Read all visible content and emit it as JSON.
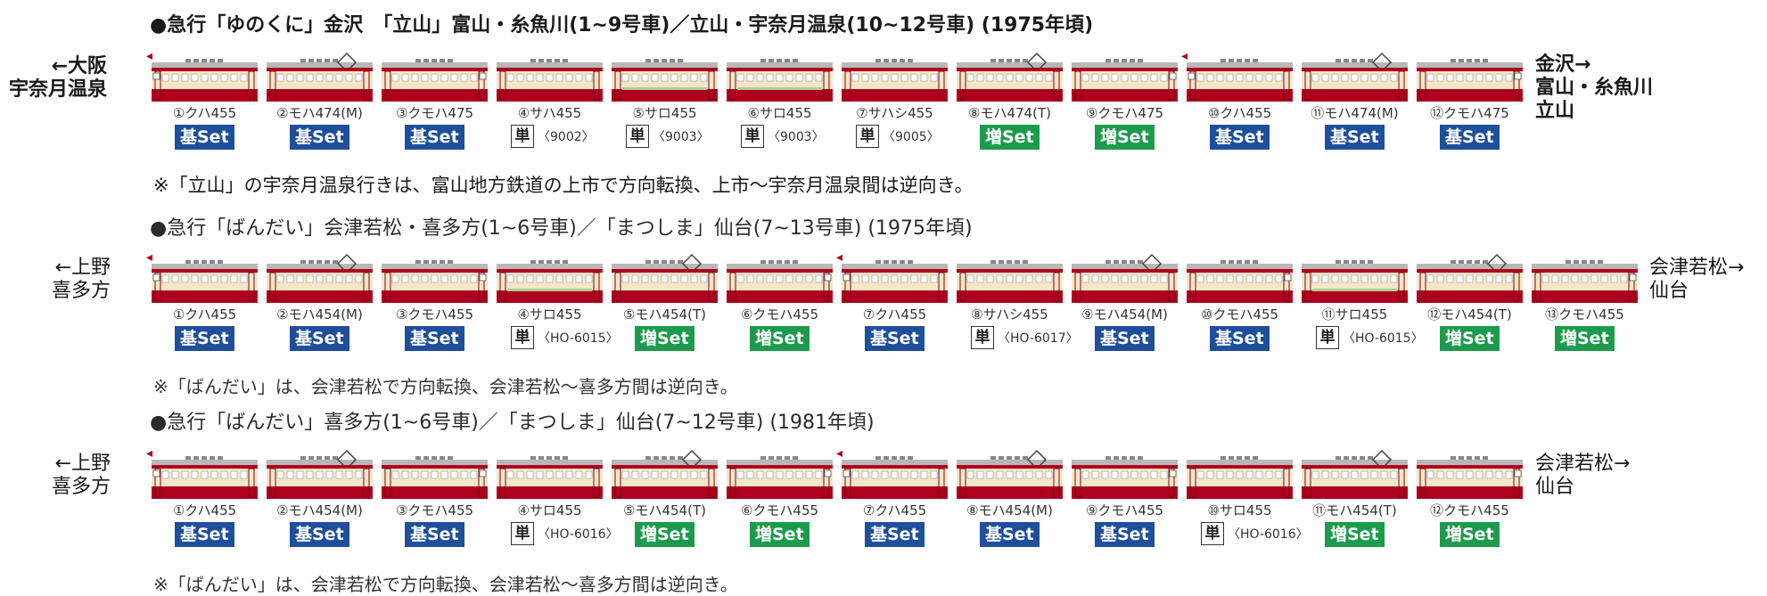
{
  "colors": {
    "cream": "#f4e7c8",
    "red": "#b0001f",
    "roof": "#b8b8b8",
    "base_set": "#1f4f9b",
    "add_set": "#1d9b4c",
    "green_stripe": "#a9d18e"
  },
  "sections": [
    {
      "title": "●急行「ゆのくに」金沢　「立山」富山・糸魚川(1~9号車)／立山・宇奈月温泉(10~12号車) (1975年頃)",
      "left_label": [
        "←大阪",
        "宇奈月温泉"
      ],
      "right_label": [
        "金沢→",
        "富山・糸魚川",
        "立山"
      ],
      "note": "※「立山」の宇奈月温泉行きは、富山地方鉄道の上市で方向転換、上市～宇奈月温泉間は逆向き。",
      "cars": [
        {
          "label": "①クハ455",
          "set": "基Set",
          "kind": "base",
          "cab": "left",
          "pant": false,
          "green": false
        },
        {
          "label": "②モハ474(M)",
          "set": "基Set",
          "kind": "base",
          "cab": "none",
          "pant": true,
          "green": false
        },
        {
          "label": "③クモハ475",
          "set": "基Set",
          "kind": "base",
          "cab": "right",
          "pant": false,
          "green": false
        },
        {
          "label": "④サハ455",
          "set": "単",
          "code": "〈9002〉",
          "kind": "single",
          "cab": "none",
          "pant": false,
          "green": false
        },
        {
          "label": "⑤サロ455",
          "set": "単",
          "code": "〈9003〉",
          "kind": "single",
          "cab": "none",
          "pant": false,
          "green": true
        },
        {
          "label": "⑥サロ455",
          "set": "単",
          "code": "〈9003〉",
          "kind": "single",
          "cab": "none",
          "pant": false,
          "green": true
        },
        {
          "label": "⑦サハシ455",
          "set": "単",
          "code": "〈9005〉",
          "kind": "single",
          "cab": "none",
          "pant": false,
          "green": false
        },
        {
          "label": "⑧モハ474(T)",
          "set": "増Set",
          "kind": "add",
          "cab": "none",
          "pant": true,
          "green": false
        },
        {
          "label": "⑨クモハ475",
          "set": "増Set",
          "kind": "add",
          "cab": "right",
          "pant": false,
          "green": false
        },
        {
          "label": "⑩クハ455",
          "set": "基Set",
          "kind": "base",
          "cab": "left",
          "pant": false,
          "green": false
        },
        {
          "label": "⑪モハ474(M)",
          "set": "基Set",
          "kind": "base",
          "cab": "none",
          "pant": true,
          "green": false
        },
        {
          "label": "⑫クモハ475",
          "set": "基Set",
          "kind": "base",
          "cab": "right",
          "pant": false,
          "green": false
        }
      ]
    },
    {
      "title": "●急行「ばんだい」会津若松・喜多方(1~6号車)／「まつしま」仙台(7~13号車) (1975年頃)",
      "left_label": [
        "←上野",
        "喜多方"
      ],
      "right_label": [
        "会津若松→",
        "仙台"
      ],
      "note": "※「ばんだい」は、会津若松で方向転換、会津若松～喜多方間は逆向き。",
      "cars": [
        {
          "label": "①クハ455",
          "set": "基Set",
          "kind": "base",
          "cab": "left",
          "pant": false,
          "green": false
        },
        {
          "label": "②モハ454(M)",
          "set": "基Set",
          "kind": "base",
          "cab": "none",
          "pant": true,
          "green": false
        },
        {
          "label": "③クモハ455",
          "set": "基Set",
          "kind": "base",
          "cab": "right",
          "pant": false,
          "green": false
        },
        {
          "label": "④サロ455",
          "set": "単",
          "code": "〈HO-6015〉",
          "kind": "single",
          "cab": "none",
          "pant": false,
          "green": true
        },
        {
          "label": "⑤モハ454(T)",
          "set": "増Set",
          "kind": "add",
          "cab": "none",
          "pant": true,
          "green": false
        },
        {
          "label": "⑥クモハ455",
          "set": "増Set",
          "kind": "add",
          "cab": "right",
          "pant": false,
          "green": false
        },
        {
          "label": "⑦クハ455",
          "set": "基Set",
          "kind": "base",
          "cab": "left",
          "pant": false,
          "green": false
        },
        {
          "label": "⑧サハシ455",
          "set": "単",
          "code": "〈HO-6017〉",
          "kind": "single",
          "cab": "none",
          "pant": false,
          "green": false
        },
        {
          "label": "⑨モハ454(M)",
          "set": "基Set",
          "kind": "base",
          "cab": "none",
          "pant": true,
          "green": false
        },
        {
          "label": "⑩クモハ455",
          "set": "基Set",
          "kind": "base",
          "cab": "right",
          "pant": false,
          "green": false
        },
        {
          "label": "⑪サロ455",
          "set": "単",
          "code": "〈HO-6015〉",
          "kind": "single",
          "cab": "none",
          "pant": false,
          "green": true
        },
        {
          "label": "⑫モハ454(T)",
          "set": "増Set",
          "kind": "add",
          "cab": "none",
          "pant": true,
          "green": false
        },
        {
          "label": "⑬クモハ455",
          "set": "増Set",
          "kind": "add",
          "cab": "right",
          "pant": false,
          "green": false
        }
      ]
    },
    {
      "title": "●急行「ばんだい」喜多方(1~6号車)／「まつしま」仙台(7~12号車) (1981年頃)",
      "left_label": [
        "←上野",
        "喜多方"
      ],
      "right_label": [
        "会津若松→",
        "仙台"
      ],
      "note": "※「ばんだい」は、会津若松で方向転換、会津若松～喜多方間は逆向き。",
      "cars": [
        {
          "label": "①クハ455",
          "set": "基Set",
          "kind": "base",
          "cab": "left",
          "pant": false,
          "green": false
        },
        {
          "label": "②モハ454(M)",
          "set": "基Set",
          "kind": "base",
          "cab": "none",
          "pant": true,
          "green": false
        },
        {
          "label": "③クモハ455",
          "set": "基Set",
          "kind": "base",
          "cab": "right",
          "pant": false,
          "green": false
        },
        {
          "label": "④サロ455",
          "set": "単",
          "code": "〈HO-6016〉",
          "kind": "single",
          "cab": "none",
          "pant": false,
          "green": false
        },
        {
          "label": "⑤モハ454(T)",
          "set": "増Set",
          "kind": "add",
          "cab": "none",
          "pant": true,
          "green": false
        },
        {
          "label": "⑥クモハ455",
          "set": "増Set",
          "kind": "add",
          "cab": "right",
          "pant": false,
          "green": false
        },
        {
          "label": "⑦クハ455",
          "set": "基Set",
          "kind": "base",
          "cab": "left",
          "pant": false,
          "green": false
        },
        {
          "label": "⑧モハ454(M)",
          "set": "基Set",
          "kind": "base",
          "cab": "none",
          "pant": true,
          "green": false
        },
        {
          "label": "⑨クモハ455",
          "set": "基Set",
          "kind": "base",
          "cab": "right",
          "pant": false,
          "green": false
        },
        {
          "label": "⑩サロ455",
          "set": "単",
          "code": "〈HO-6016〉",
          "kind": "single",
          "cab": "none",
          "pant": false,
          "green": false
        },
        {
          "label": "⑪モハ454(T)",
          "set": "増Set",
          "kind": "add",
          "cab": "none",
          "pant": true,
          "green": false
        },
        {
          "label": "⑫クモハ455",
          "set": "増Set",
          "kind": "add",
          "cab": "right",
          "pant": false,
          "green": false
        }
      ]
    }
  ]
}
